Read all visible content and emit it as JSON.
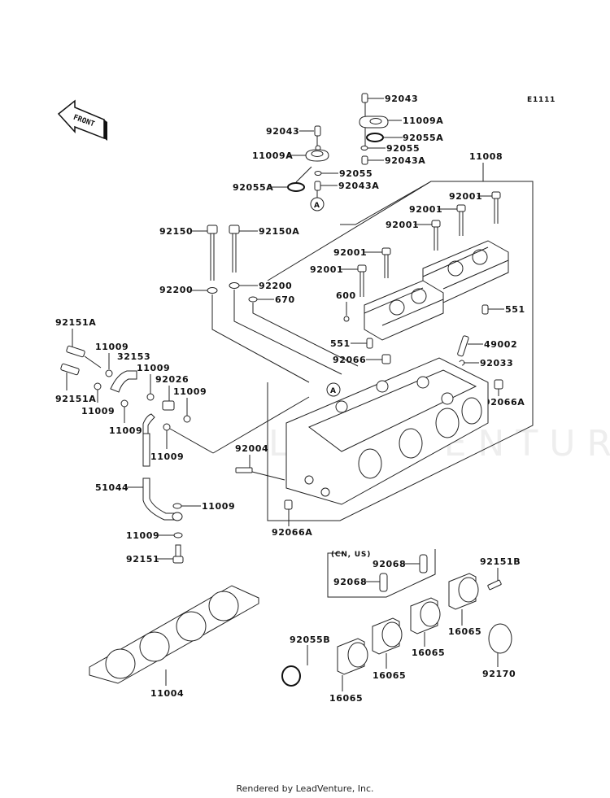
{
  "diagram": {
    "code": "E1111",
    "front_arrow_label": "FRONT",
    "watermark": "LEADVENTURE",
    "ref_marker": "A",
    "region_note": "(CN, US)",
    "callouts": {
      "c92043_top_right": "92043",
      "c11009A_right": "11009A",
      "c92055A_right": "92055A",
      "c92055_right": "92055",
      "c92043A_right": "92043A",
      "c92043_left": "92043",
      "c11009A_left": "11009A",
      "c92055_left": "92055",
      "c92055A_left": "92055A",
      "c92043A_left": "92043A",
      "c11008": "11008",
      "c92001_a": "92001",
      "c92001_b": "92001",
      "c92001_c": "92001",
      "c92001_d": "92001",
      "c92001_e": "92001",
      "c92150": "92150",
      "c92150A": "92150A",
      "c92200_left": "92200",
      "c92200_right": "92200",
      "c670": "670",
      "c600": "600",
      "c551_right": "551",
      "c551_left": "551",
      "c49002": "49002",
      "c92066": "92066",
      "c92033": "92033",
      "c92066A_right": "92066A",
      "c92151A_top": "92151A",
      "c11009_a": "11009",
      "c32153": "32153",
      "c11009_b": "11009",
      "c92026": "92026",
      "c11009_c": "11009",
      "c92151A_bottom": "92151A",
      "c11009_d": "11009",
      "c11009_e": "11009",
      "c11009_f": "11009",
      "c92004": "92004",
      "c51044": "51044",
      "c11009_g": "11009",
      "c11009_h": "11009",
      "c92151": "92151",
      "c92066A_bottom": "92066A",
      "c92068_a": "92068",
      "c92068_b": "92068",
      "c92151B": "92151B",
      "c16065_a": "16065",
      "c16065_b": "16065",
      "c16065_c": "16065",
      "c16065_d": "16065",
      "c92055B": "92055B",
      "c92170": "92170",
      "c11004": "11004"
    }
  },
  "footer": {
    "credit": "Rendered by LeadVenture, Inc."
  }
}
